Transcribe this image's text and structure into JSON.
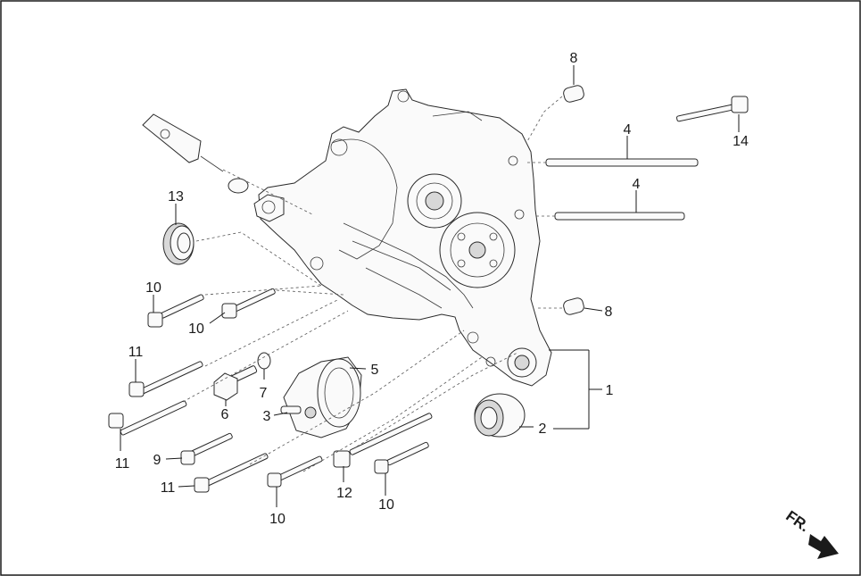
{
  "diagram": {
    "orientation_label": "FR.",
    "colors": {
      "line": "#1a1a1a",
      "background": "#ffffff",
      "arrow": "#1a1a1a"
    },
    "callouts": [
      {
        "key": "c8a",
        "label": "8"
      },
      {
        "key": "c14",
        "label": "14"
      },
      {
        "key": "c4a",
        "label": "4"
      },
      {
        "key": "c4b",
        "label": "4"
      },
      {
        "key": "c13",
        "label": "13"
      },
      {
        "key": "c10a",
        "label": "10"
      },
      {
        "key": "c10b",
        "label": "10"
      },
      {
        "key": "c8b",
        "label": "8"
      },
      {
        "key": "c11a",
        "label": "11"
      },
      {
        "key": "c5",
        "label": "5"
      },
      {
        "key": "c7",
        "label": "7"
      },
      {
        "key": "c6",
        "label": "6"
      },
      {
        "key": "c3",
        "label": "3"
      },
      {
        "key": "c1",
        "label": "1"
      },
      {
        "key": "c2",
        "label": "2"
      },
      {
        "key": "c11b",
        "label": "11"
      },
      {
        "key": "c9",
        "label": "9"
      },
      {
        "key": "c11c",
        "label": "11"
      },
      {
        "key": "c12",
        "label": "12"
      },
      {
        "key": "c10c",
        "label": "10"
      },
      {
        "key": "c10d",
        "label": "10"
      }
    ]
  }
}
